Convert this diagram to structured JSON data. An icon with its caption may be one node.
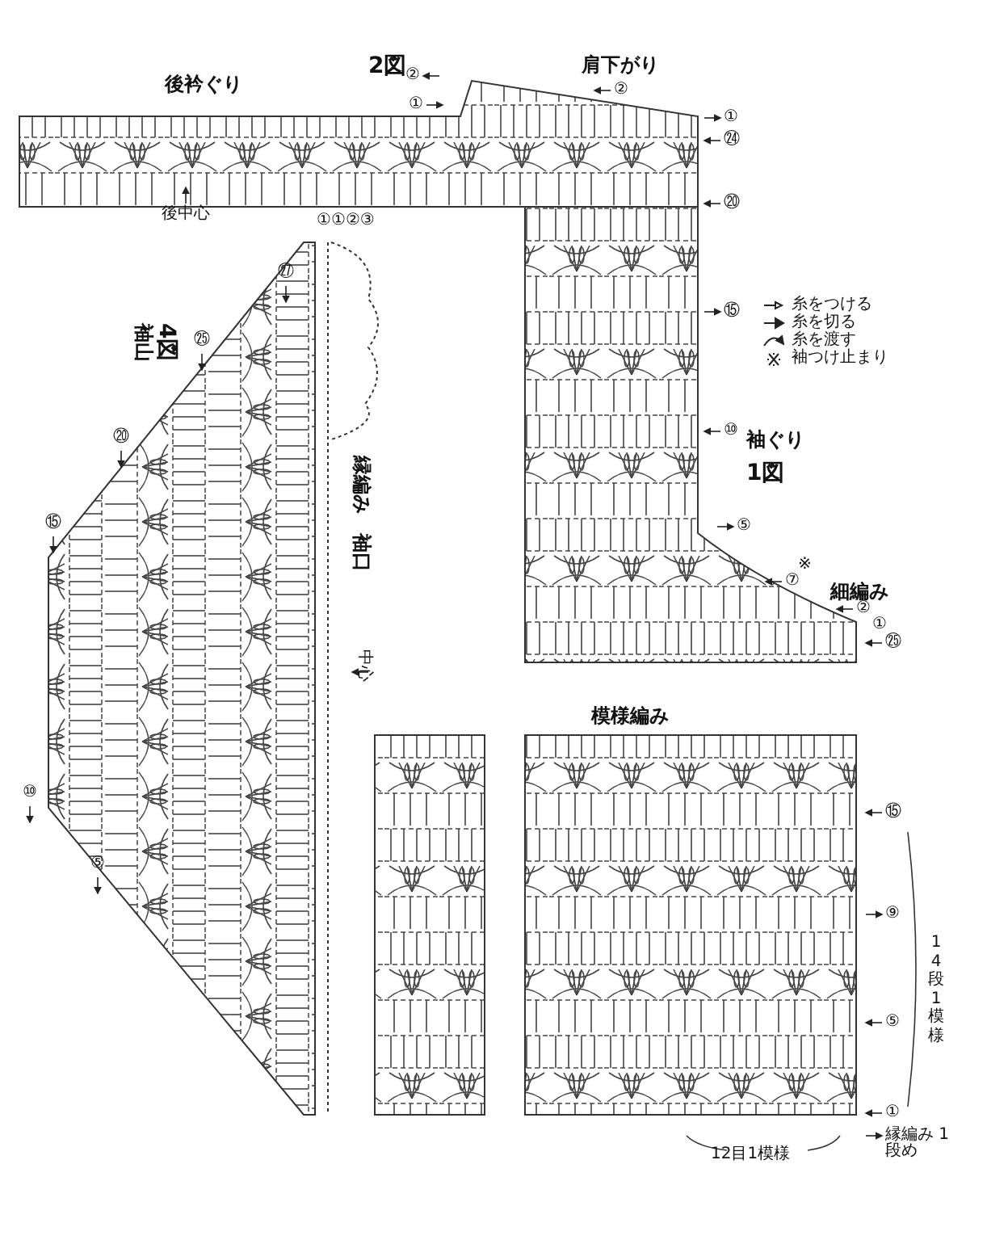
{
  "diagram": {
    "labels": [
      "2図",
      "後衿ぐり",
      "肩下がり",
      "②",
      "①",
      "②",
      "①",
      "㉔",
      "後中心",
      "①",
      "①②③",
      "⑳",
      "㉗",
      "⑮",
      "袖山",
      "4図",
      "㉕",
      "⑳",
      "⑩",
      "袖ぐり",
      "1図",
      "⑮",
      "⑤",
      "⑦",
      "※",
      "細編み",
      "②",
      "①",
      "㉕",
      "袖口",
      "縁編み",
      "中心",
      "模様編み",
      "⑩",
      "⑮",
      "⑤",
      "⑨",
      "14段1模様",
      "⑤",
      "①",
      "12目1模様",
      "縁編み 1段め"
    ],
    "legend": [
      {
        "text": "糸をつける"
      },
      {
        "text": "糸を切る"
      },
      {
        "text": "糸を渡す"
      },
      {
        "text": "袖つけ止まり"
      }
    ]
  }
}
